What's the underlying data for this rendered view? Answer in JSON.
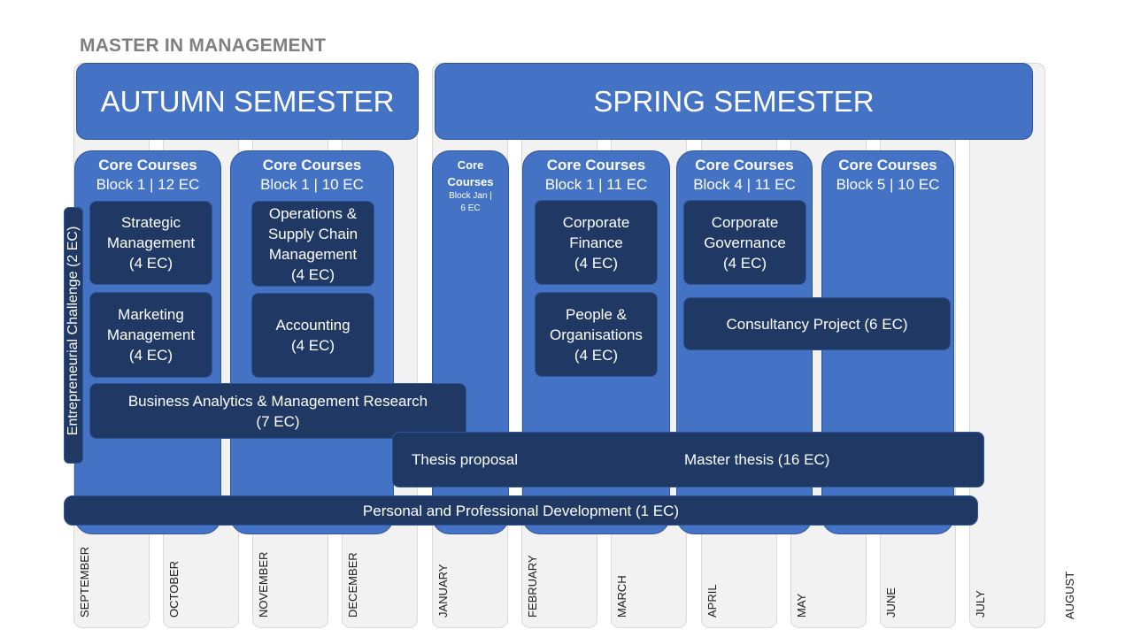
{
  "title": "MASTER IN MANAGEMENT",
  "semesters": {
    "autumn": "AUTUMN SEMESTER",
    "spring": "SPRING SEMESTER"
  },
  "months": [
    "SEPTEMBER",
    "OCTOBER",
    "NOVEMBER",
    "DECEMBER",
    "JANUARY",
    "FEBRUARY",
    "MARCH",
    "APRIL",
    "MAY",
    "JUNE",
    "JULY",
    "AUGUST"
  ],
  "blocks": [
    {
      "title": "Core Courses",
      "sub": "Block 1 | 12 EC"
    },
    {
      "title": "Core Courses",
      "sub": "Block 1 | 10 EC"
    },
    {
      "title1": "Core",
      "title2": "Courses",
      "sub1": "Block  Jan |",
      "sub2": "6 EC"
    },
    {
      "title": "Core Courses",
      "sub": "Block 1 | 11 EC"
    },
    {
      "title": "Core Courses",
      "sub": "Block 4 | 11 EC"
    },
    {
      "title": "Core Courses",
      "sub": "Block 5 | 10 EC"
    }
  ],
  "courses": {
    "strategic": [
      "Strategic",
      "Management",
      "(4 EC)"
    ],
    "marketing": [
      "Marketing",
      "Management",
      "(4 EC)"
    ],
    "operations": [
      "Operations &",
      "Supply Chain",
      "Management",
      "(4 EC)"
    ],
    "accounting": [
      "Accounting",
      "(4 EC)"
    ],
    "finance": [
      "Corporate",
      "Finance",
      "(4 EC)"
    ],
    "people": [
      "People &",
      "Organisations",
      "(4 EC)"
    ],
    "governance": [
      "Corporate",
      "Governance",
      "(4 EC)"
    ],
    "consultancy": "Consultancy Project  (6 EC)",
    "analytics": [
      "Business Analytics & Management Research",
      "(7 EC)"
    ],
    "thesis_proposal": "Thesis proposal",
    "master_thesis": "Master thesis  (16 EC)",
    "ppd": "Personal and Professional Development  (1 EC)",
    "entrepreneurial": "Entrepreneurial Challenge (2 EC)"
  }
}
